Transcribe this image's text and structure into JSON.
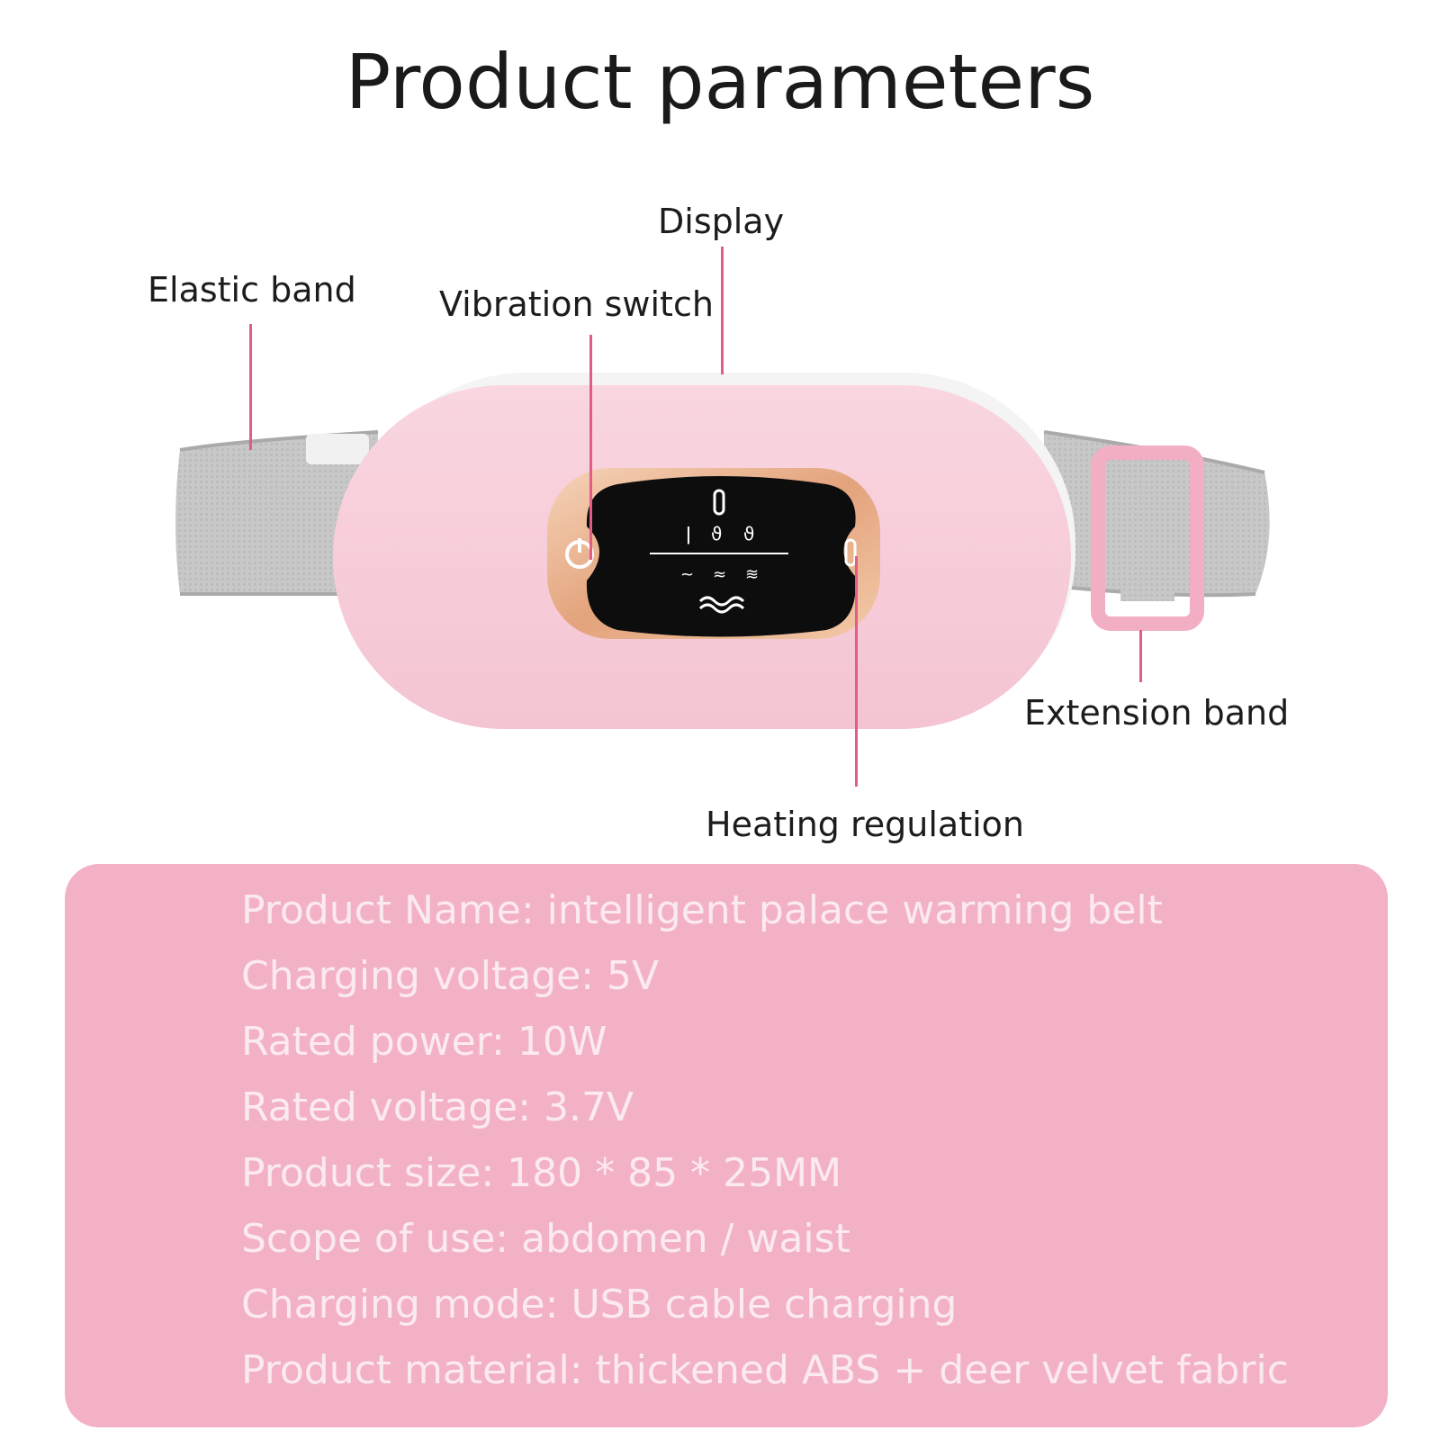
{
  "title": "Product parameters",
  "callouts": {
    "elastic_band": "Elastic band",
    "vibration_switch": "Vibration switch",
    "display": "Display",
    "extension_band": "Extension band",
    "heating_regulation": "Heating regulation"
  },
  "specs": [
    "Product Name: intelligent palace warming belt",
    "Charging voltage: 5V",
    "Rated power: 10W",
    "Rated voltage: 3.7V",
    "Product size: 180 * 85 * 25MM",
    "Scope of use: abdomen / waist",
    "Charging mode: USB cable charging",
    "Product material: thickened ABS + deer velvet fabric"
  ],
  "colors": {
    "leader_line": "#e35b87",
    "belt_body": "#f7cdd9",
    "panel": "#f3b1c6",
    "strap": "#c9c9c9",
    "gold_trim": "#e8b08a"
  }
}
